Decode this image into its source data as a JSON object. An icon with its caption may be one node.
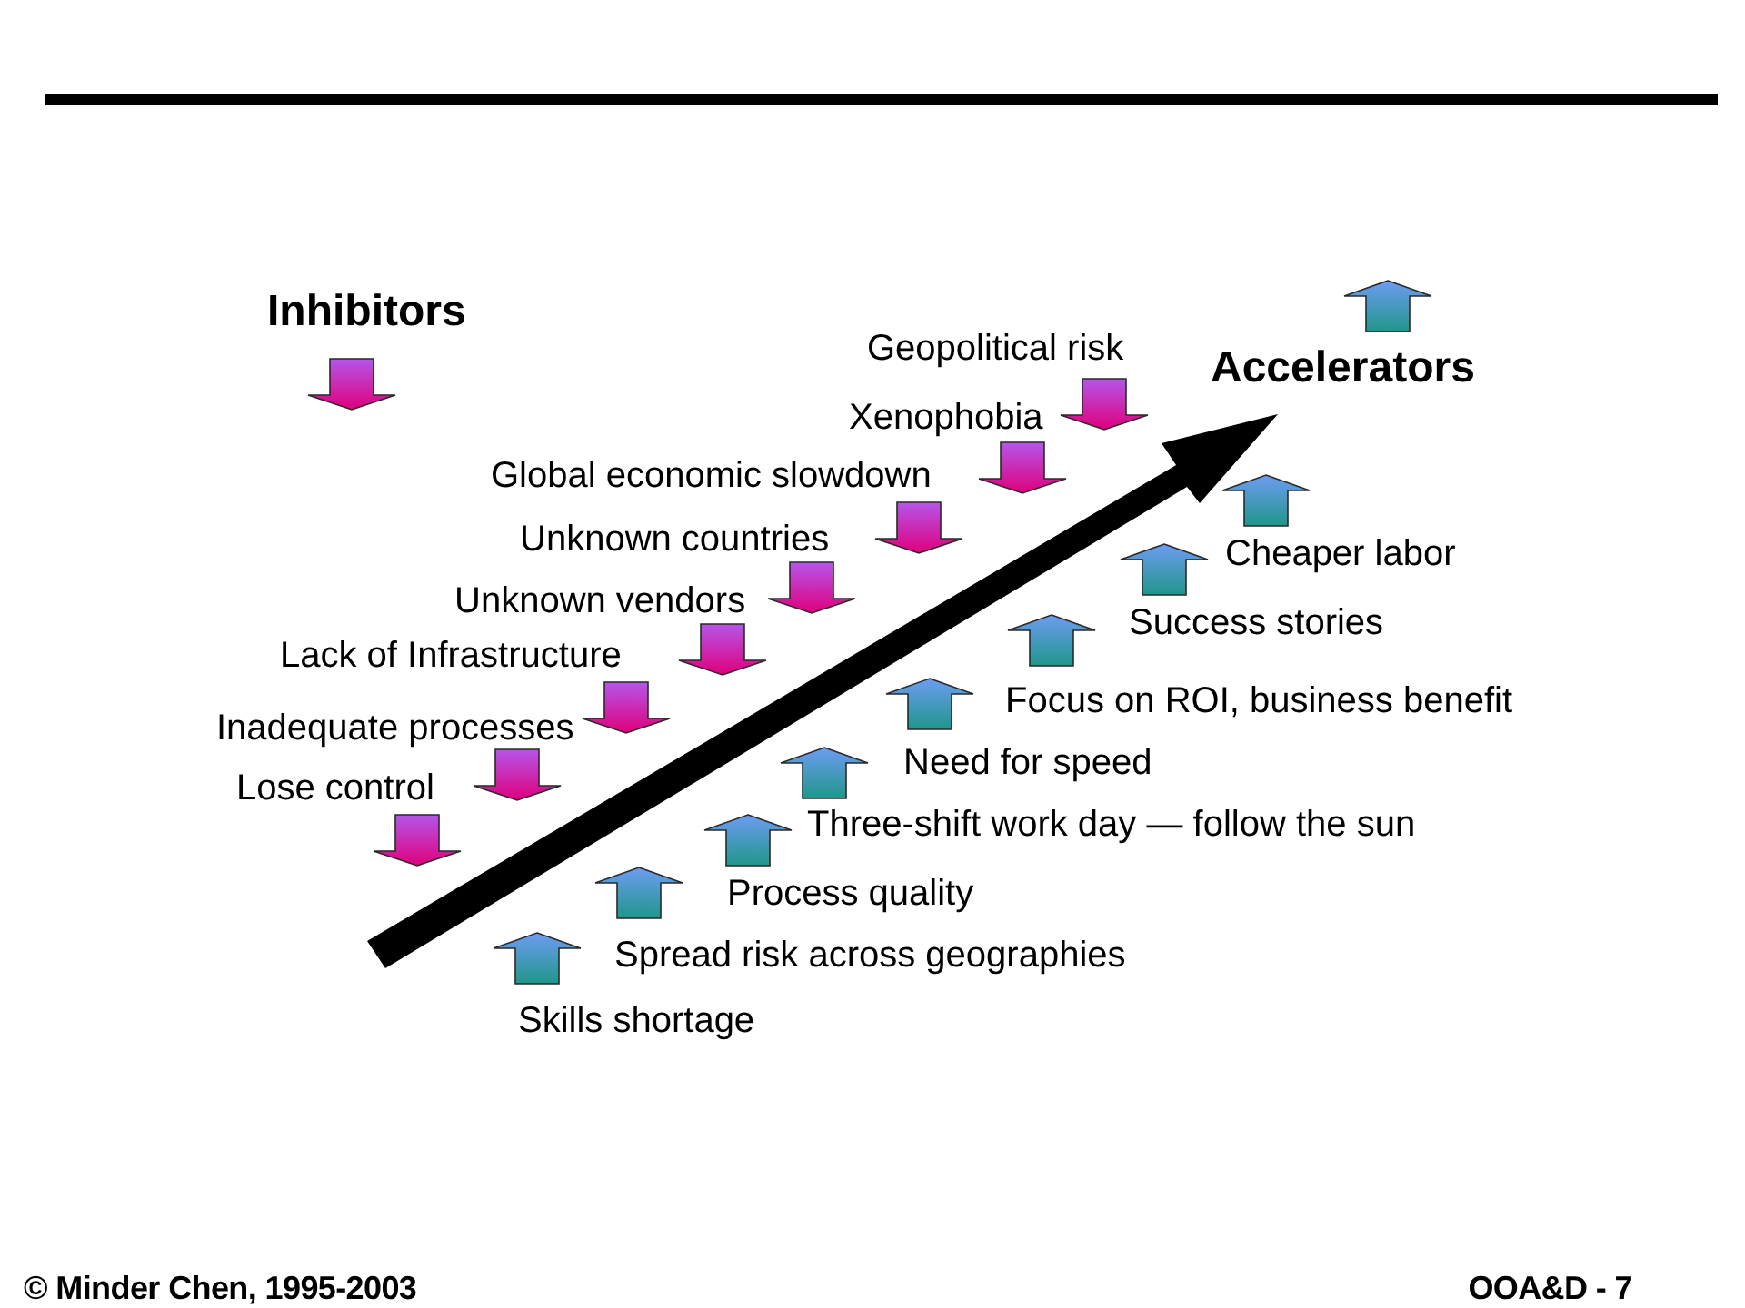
{
  "diagram": {
    "labels": [
      "Inhibitors",
      "Geopolitical risk",
      "Accelerators",
      "Xenophobia",
      "Global economic slowdown",
      "Unknown countries",
      "Cheaper labor",
      "Unknown vendors",
      "Success stories",
      "Lack of Infrastructure",
      "Focus on ROI, business benefit",
      "Inadequate processes",
      "Need for speed",
      "Lose control",
      "Three-shift work day — follow the sun",
      "Process quality",
      "Spread risk across geographies",
      "Skills shortage",
      "© Minder Chen, 1995-2003",
      "OOA&D - 7"
    ]
  }
}
